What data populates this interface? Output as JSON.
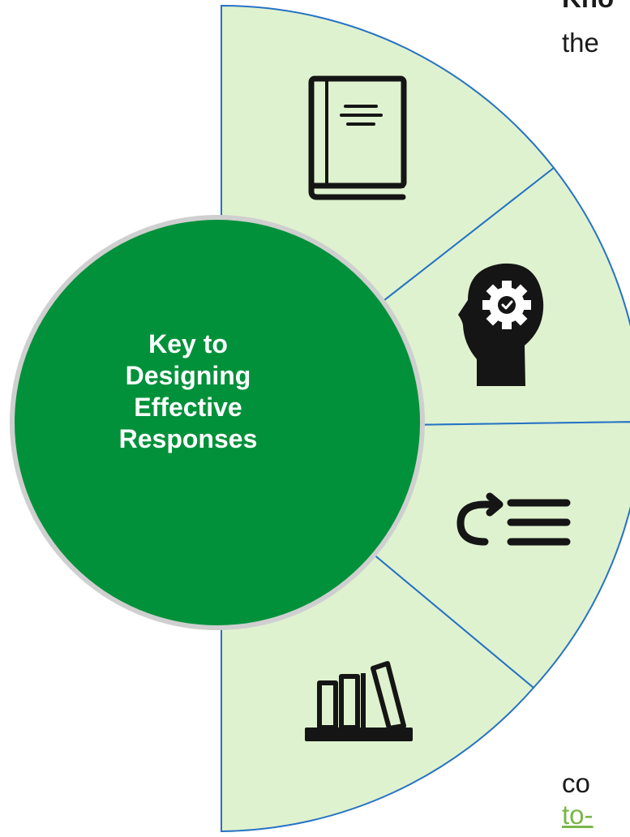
{
  "diagram": {
    "center_label": [
      "Key to",
      "Designing",
      "Effective",
      "Responses"
    ],
    "segments": [
      {
        "icon": "book-icon"
      },
      {
        "icon": "head-gear-icon"
      },
      {
        "icon": "redo-list-icon"
      },
      {
        "icon": "bookshelf-icon"
      }
    ]
  },
  "edge_text": {
    "top_bold": "Kno",
    "top": "the",
    "bottom": "co",
    "link": "to-"
  },
  "colors": {
    "segment_fill": "#dff2cf",
    "segment_stroke": "#2673c4",
    "center_fill": "#00913a",
    "center_ring": "#cfcfcf",
    "icon": "#151515",
    "link": "#7ab648"
  }
}
